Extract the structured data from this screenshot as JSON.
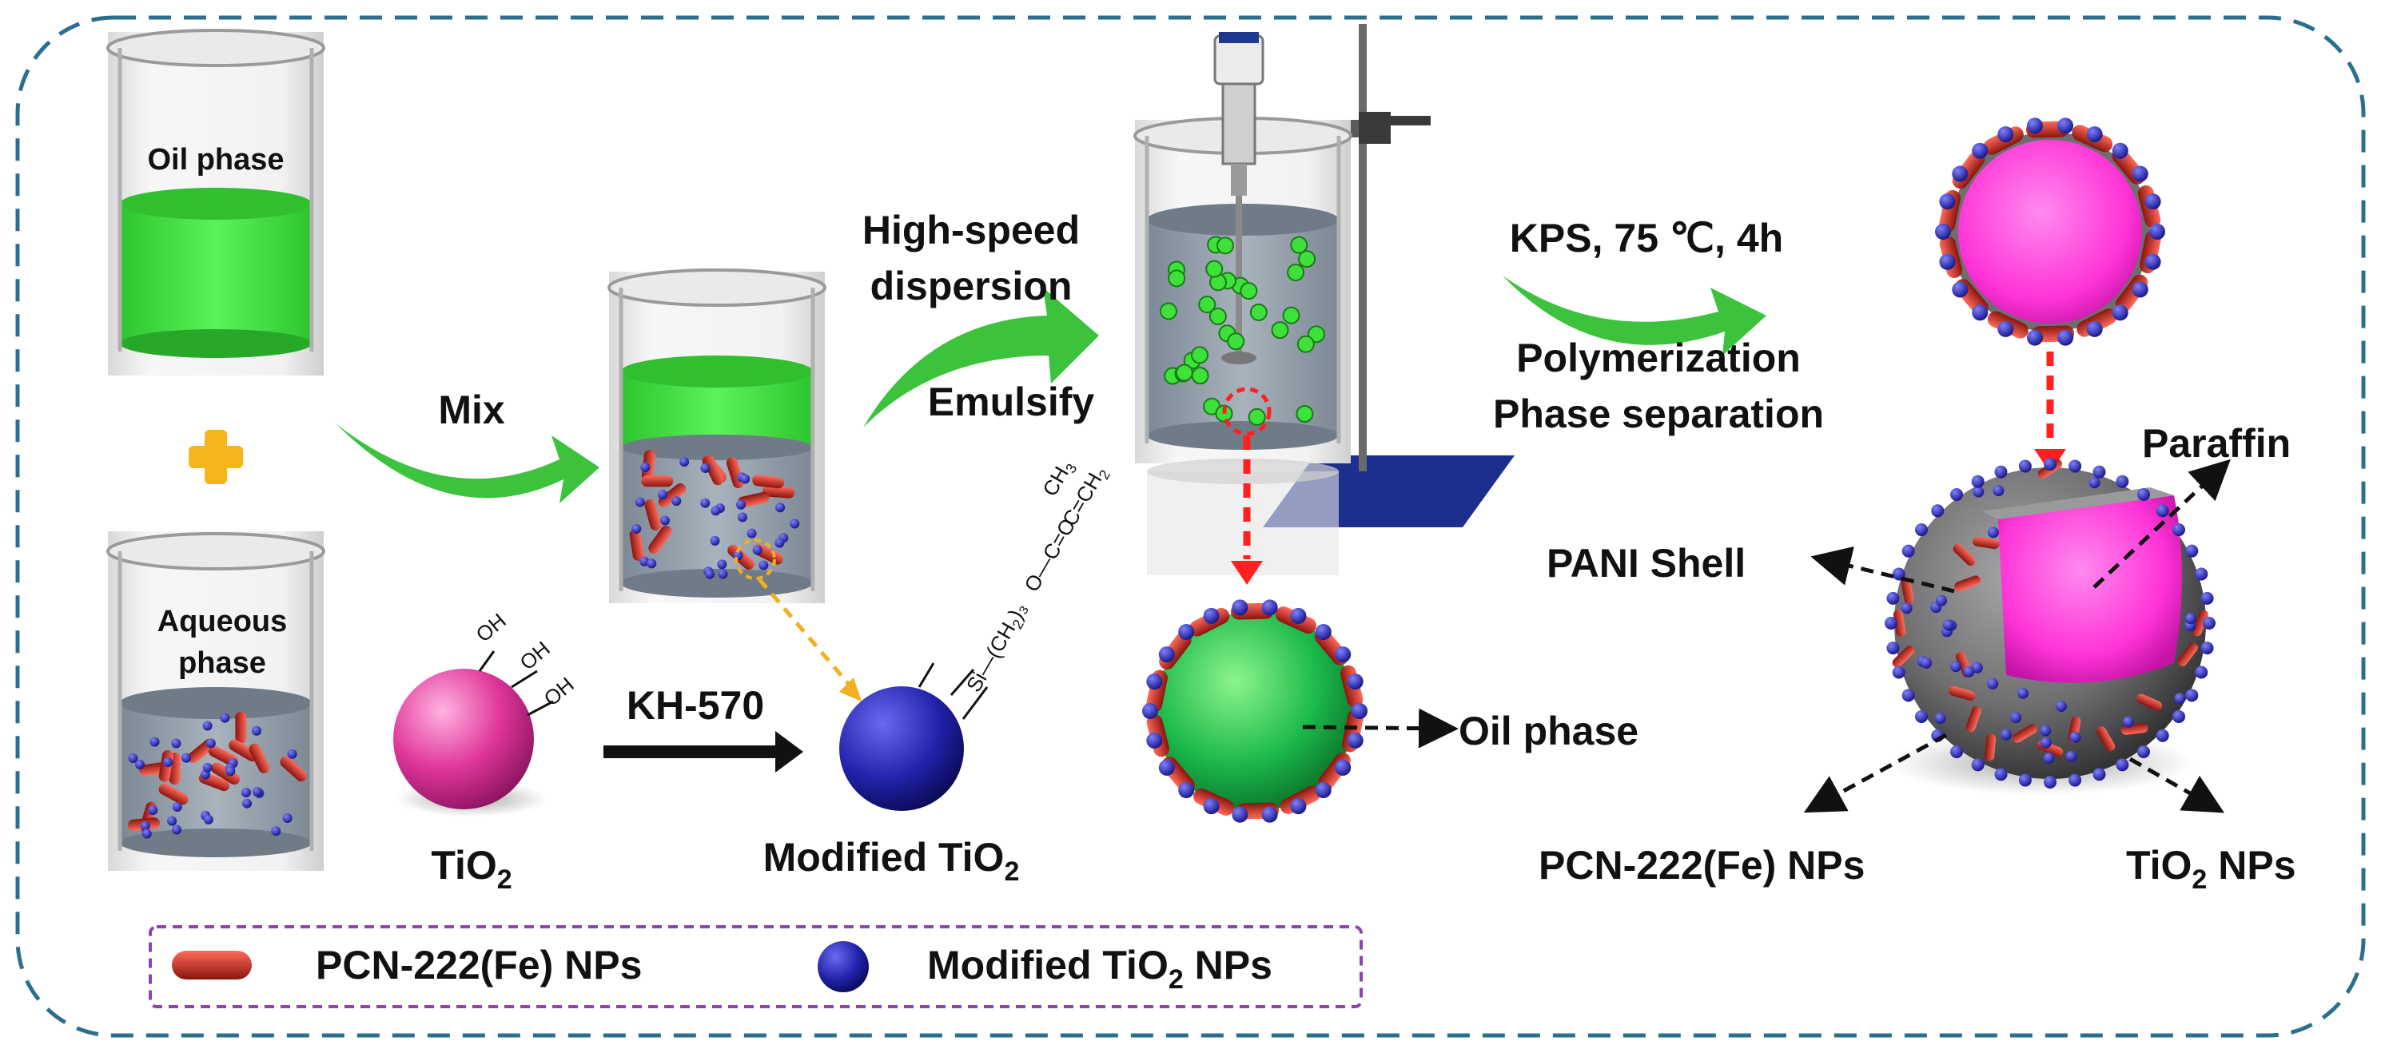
{
  "labels": {
    "oil_phase_beaker": "Oil phase",
    "aqueous_phase_line1": "Aqueous",
    "aqueous_phase_line2": "phase",
    "mix": "Mix",
    "high_speed_line1": "High-speed",
    "high_speed_line2": "dispersion",
    "emulsify": "Emulsify",
    "kps_conditions": "KPS, 75 ℃, 4h",
    "polymerization": "Polymerization",
    "phase_separation": "Phase separation",
    "paraffin": "Paraffin",
    "pani_shell": "PANI Shell",
    "oil_phase_droplet": "Oil phase",
    "pcn_nps": "PCN-222(Fe) NPs",
    "tio2_nps_base": "TiO",
    "tio2_nps_sub": "2",
    "tio2_nps_suffix": " NPs",
    "tio2_base": "TiO",
    "tio2_sub": "2",
    "kh570": "KH-570",
    "modified_tio2_base": "Modified TiO",
    "modified_tio2_sub": "2",
    "oh1": "OH",
    "oh2": "OH",
    "oh3": "OH",
    "chem_ch3": "CH",
    "chem_ch3_sub": "3",
    "chem_chain": "C=CH",
    "chem_chain_sub": "2",
    "chem_co": "O—C=O",
    "chem_si": "Si—(CH",
    "chem_si_sub": "2",
    "chem_si_end": ")₃"
  },
  "legend": {
    "pcn_label": "PCN-222(Fe) NPs",
    "tio2_label_base": "Modified TiO",
    "tio2_label_sub": "2",
    "tio2_label_suffix": " NPs"
  },
  "colors": {
    "frame_dash": "#2a6f8f",
    "legend_dash": "#8e44ad",
    "green_arrow": "#3cc23c",
    "red_arrow": "#ff2020",
    "yellow_arrow": "#f0b020",
    "plus": "#f7b51c",
    "oil_green": "#44e03a",
    "aqueous_grey": "#8a97a3",
    "pcn_red": "#c0281e",
    "tio2_blue": "#2222aa",
    "tio2_pink": "#e0369a",
    "paraffin_magenta": "#ff33d6",
    "shell_grey": "#6e6e70"
  }
}
